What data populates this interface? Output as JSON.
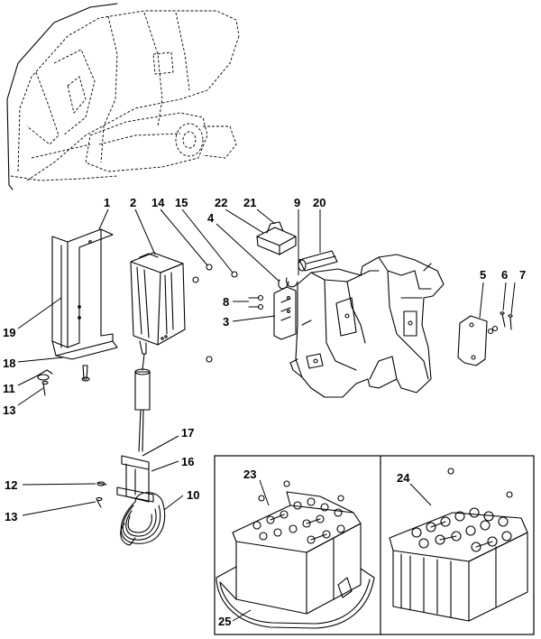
{
  "diagram": {
    "callouts": [
      {
        "key": "c1",
        "text": "1"
      },
      {
        "key": "c2",
        "text": "2"
      },
      {
        "key": "c14",
        "text": "14"
      },
      {
        "key": "c15",
        "text": "15"
      },
      {
        "key": "c22",
        "text": "22"
      },
      {
        "key": "c21",
        "text": "21"
      },
      {
        "key": "c4",
        "text": "4"
      },
      {
        "key": "c9",
        "text": "9"
      },
      {
        "key": "c20",
        "text": "20"
      },
      {
        "key": "c5",
        "text": "5"
      },
      {
        "key": "c6",
        "text": "6"
      },
      {
        "key": "c7",
        "text": "7"
      },
      {
        "key": "c8",
        "text": "8"
      },
      {
        "key": "c3",
        "text": "3"
      },
      {
        "key": "c19",
        "text": "19"
      },
      {
        "key": "c18",
        "text": "18"
      },
      {
        "key": "c11",
        "text": "11"
      },
      {
        "key": "c13a",
        "text": "13"
      },
      {
        "key": "c17",
        "text": "17"
      },
      {
        "key": "c16",
        "text": "16"
      },
      {
        "key": "c12",
        "text": "12"
      },
      {
        "key": "c13b",
        "text": "13"
      },
      {
        "key": "c10",
        "text": "10"
      },
      {
        "key": "c23",
        "text": "23"
      },
      {
        "key": "c24",
        "text": "24"
      },
      {
        "key": "c25",
        "text": "25"
      }
    ]
  }
}
